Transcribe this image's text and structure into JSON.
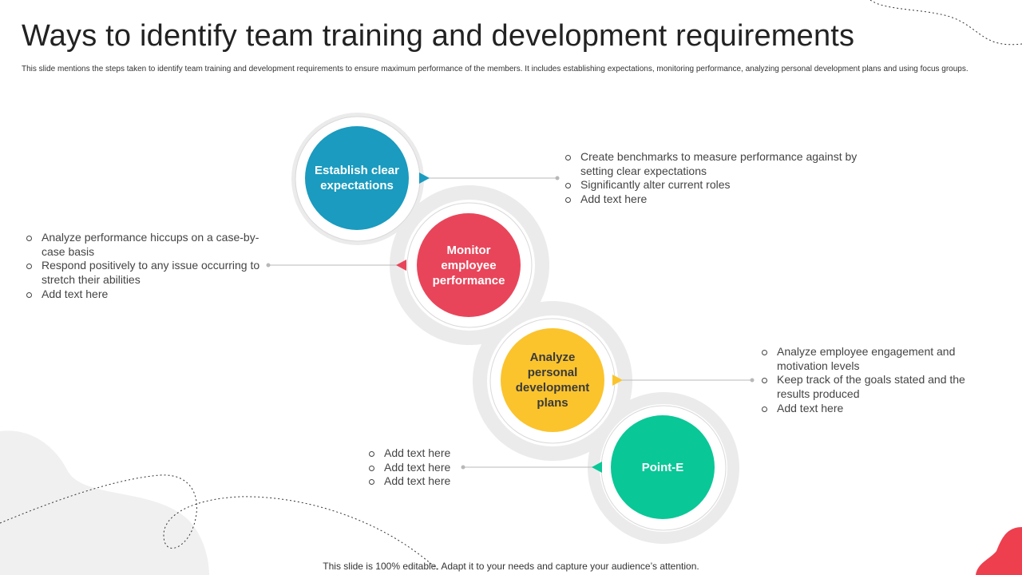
{
  "header": {
    "title": "Ways to identify team training and development requirements",
    "subtitle": "This slide mentions the steps taken to identify team training and development requirements to ensure maximum performance of the members. It includes establishing expectations, monitoring performance, analyzing personal development plans and using focus groups."
  },
  "colors": {
    "step1": "#1a9bbf",
    "step2": "#e9455a",
    "step3": "#fbc42d",
    "step4": "#0ac797",
    "ring": "#e6e6e6",
    "accent_blob": "#ee3f4f"
  },
  "steps": [
    {
      "label": "Establish clear expectations",
      "bullets": [
        "Create benchmarks to measure performance against by setting clear expectations",
        "Significantly alter current roles",
        "Add text here"
      ]
    },
    {
      "label": "Monitor employee performance",
      "bullets": [
        "Analyze performance hiccups on a case-by-case basis",
        "Respond positively to any issue occurring to stretch their abilities",
        "Add text here"
      ]
    },
    {
      "label": "Analyze personal development plans",
      "bullets": [
        "Analyze employee engagement and motivation levels",
        "Keep track of the goals stated and the results produced",
        "Add text here"
      ]
    },
    {
      "label": "Point-E",
      "bullets": [
        "Add text here",
        "Add text here",
        "Add text here"
      ]
    }
  ],
  "footer": {
    "note": "This slide is 100% editable. Adapt it to your needs and capture your audience’s attention."
  }
}
